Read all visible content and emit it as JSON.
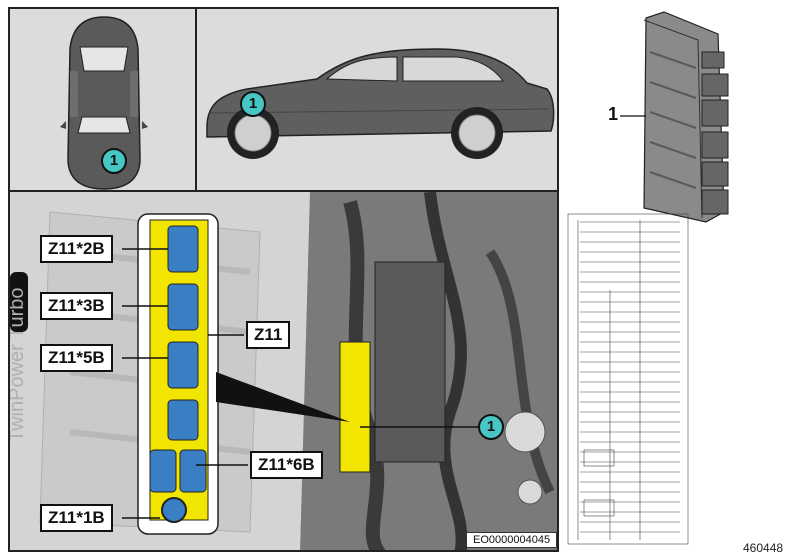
{
  "markers": {
    "top_view": "1",
    "side_view": "1",
    "engine_bay": "1"
  },
  "callouts": {
    "z11_2b": "Z11*2B",
    "z11_3b": "Z11*3B",
    "z11_5b": "Z11*5B",
    "z11": "Z11",
    "z11_6b": "Z11*6B",
    "z11_1b": "Z11*1B"
  },
  "engine_cover_text": "TwinPower Turbo",
  "reference_code": "EO0000004045",
  "part_label": "1",
  "part_number": "460448",
  "colors": {
    "marker": "#46c7c4",
    "connector_housing": "#f2e600",
    "connector_plug": "#3a7fc4",
    "car_body": "#5a5a5a",
    "panel_bg": "#dcdcdc"
  }
}
